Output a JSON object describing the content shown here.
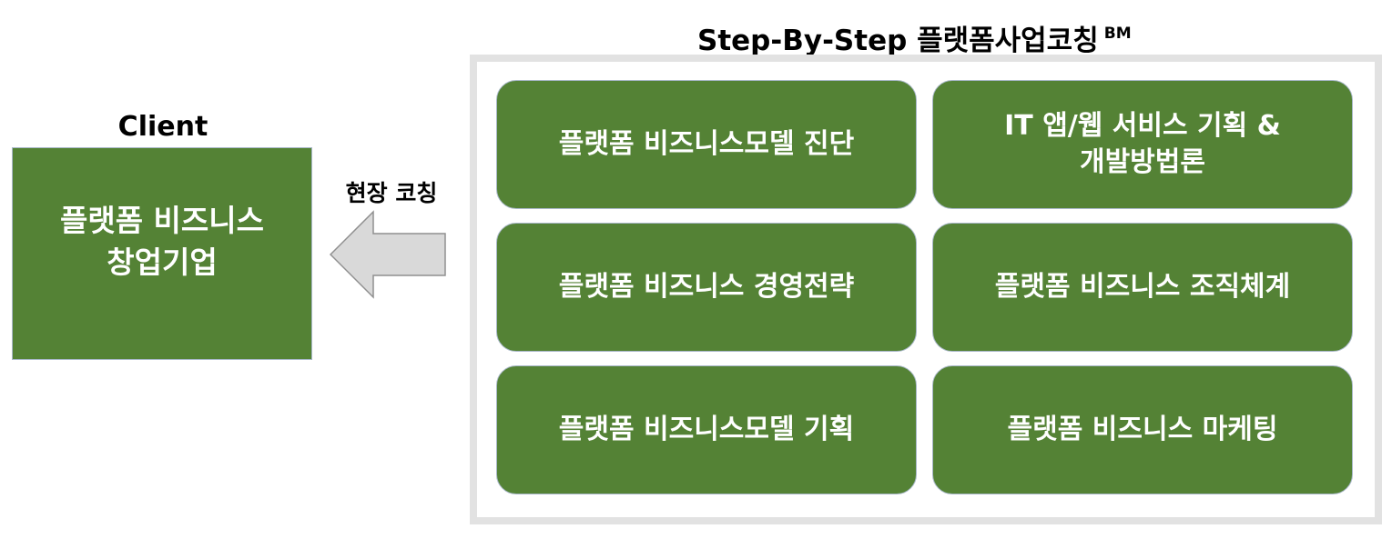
{
  "client": {
    "title": "Client",
    "box_line1": "플랫폼 비즈니스",
    "box_line2": "창업기업"
  },
  "arrow": {
    "label": "현장 코칭"
  },
  "bm": {
    "title": "Step-By-Step 플랫폼사업코칭",
    "title_sup": "BM",
    "cards": [
      {
        "label": "플랫폼 비즈니스모델 진단"
      },
      {
        "label": "IT 앱/웹 서비스 기획 &\n개발방법론"
      },
      {
        "label": "플랫폼 비즈니스 경영전략"
      },
      {
        "label": "플랫폼 비즈니스 조직체계"
      },
      {
        "label": "플랫폼 비즈니스모델 기획"
      },
      {
        "label": "플랫폼 비즈니스 마케팅"
      }
    ]
  },
  "colors": {
    "box_green": "#548235",
    "box_border": "#a9b8c9",
    "panel_gray": "#e2e2e2",
    "arrow_fill": "#d9d9d9",
    "arrow_stroke": "#8f8f8f"
  }
}
